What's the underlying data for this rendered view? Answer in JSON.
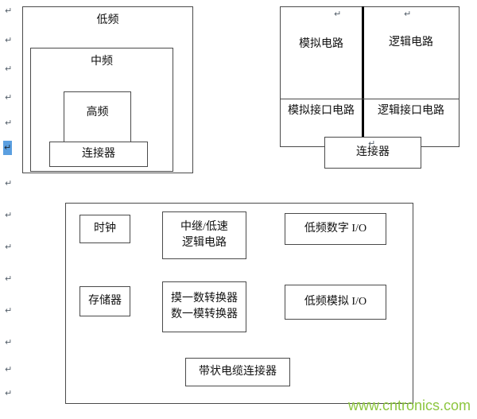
{
  "marks": {
    "pilcrow": "↵"
  },
  "watermark": {
    "text": "www.cntronics.com",
    "color": "#8dc63f"
  },
  "nested_diagram": {
    "outer": "低频",
    "middle": "中频",
    "inner": "高频",
    "connector": "连接器"
  },
  "split_diagram": {
    "top_left": "模拟电路",
    "top_right": "逻辑电路",
    "bottom_left": "模拟接口电路",
    "bottom_right": "逻辑接口电路",
    "connector": "连接器"
  },
  "board_diagram": {
    "clock": "时钟",
    "logic_line1": "中继/低速",
    "logic_line2": "逻辑电路",
    "digital_io": "低频数字 I/O",
    "memory": "存储器",
    "converter_line1": "摸一数转换器",
    "converter_line2": "数一模转换器",
    "analog_io": "低频模拟 I/O",
    "ribbon_connector": "带状电缆连接器"
  }
}
